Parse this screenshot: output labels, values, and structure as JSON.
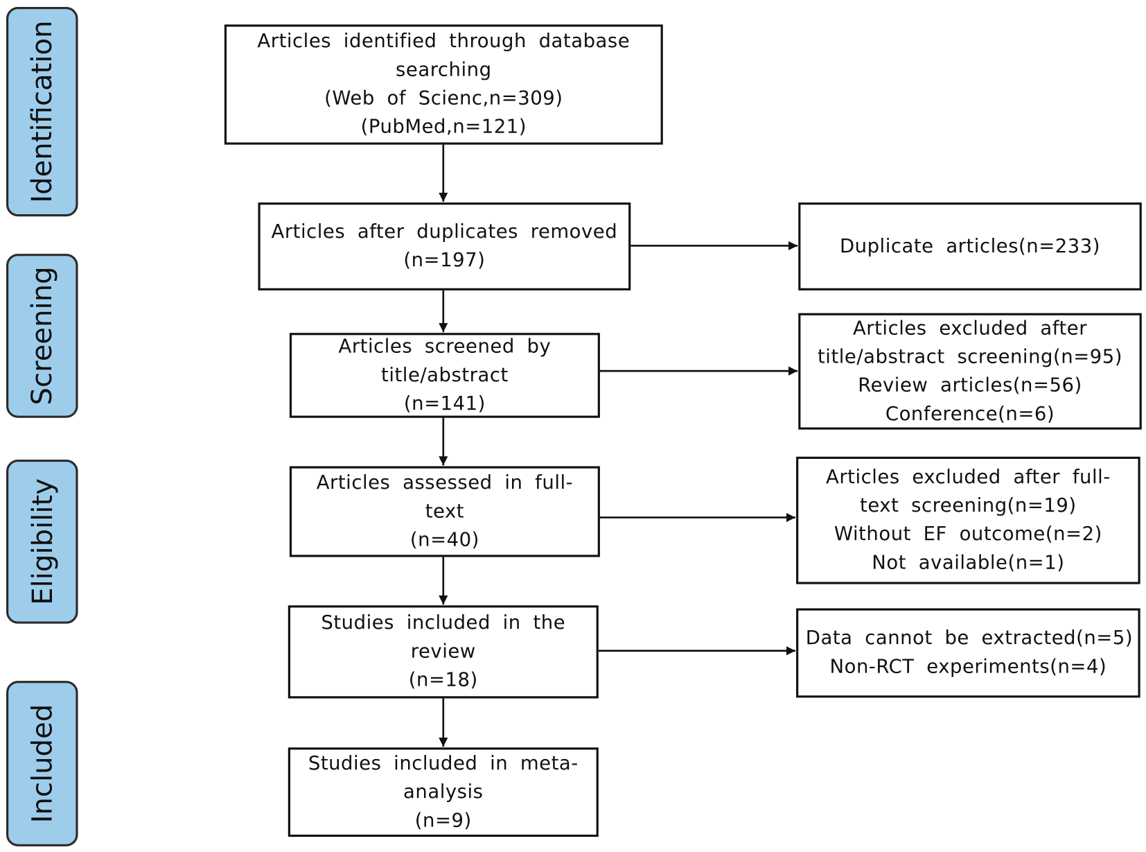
{
  "phase_color": "#9ecdec",
  "phases": [
    {
      "id": "identification",
      "label": "Identification"
    },
    {
      "id": "screening",
      "label": "Screening"
    },
    {
      "id": "eligibility",
      "label": "Eligibility"
    },
    {
      "id": "included",
      "label": "Included"
    }
  ],
  "main_boxes": [
    {
      "id": "identified",
      "lines": [
        "Articles identified through database",
        "searching",
        "(Web of Scienc,n=309)",
        "(PubMed,n=121)"
      ]
    },
    {
      "id": "after-duplicates",
      "lines": [
        "Articles after duplicates removed",
        "(n=197)"
      ]
    },
    {
      "id": "screened",
      "lines": [
        "Articles screened by",
        "title/abstract",
        "(n=141)"
      ]
    },
    {
      "id": "full-text",
      "lines": [
        "Articles assessed in full-",
        "text",
        "(n=40)"
      ]
    },
    {
      "id": "review",
      "lines": [
        "Studies included in the",
        "review",
        "(n=18)"
      ]
    },
    {
      "id": "meta-analysis",
      "lines": [
        "Studies included in meta-",
        "analysis",
        "(n=9)"
      ]
    }
  ],
  "side_boxes": [
    {
      "id": "duplicates",
      "lines": [
        "Duplicate articles(n=233)"
      ]
    },
    {
      "id": "excluded-title",
      "lines": [
        "Articles excluded after",
        "title/abstract screening(n=95)",
        "Review articles(n=56)",
        "Conference(n=6)"
      ]
    },
    {
      "id": "excluded-fulltext",
      "lines": [
        "Articles excluded after full-",
        "text screening(n=19)",
        "Without EF outcome(n=2)",
        "Not available(n=1)"
      ]
    },
    {
      "id": "excluded-data",
      "lines": [
        "Data cannot be extracted(n=5)",
        "Non-RCT experiments(n=4)"
      ]
    }
  ]
}
